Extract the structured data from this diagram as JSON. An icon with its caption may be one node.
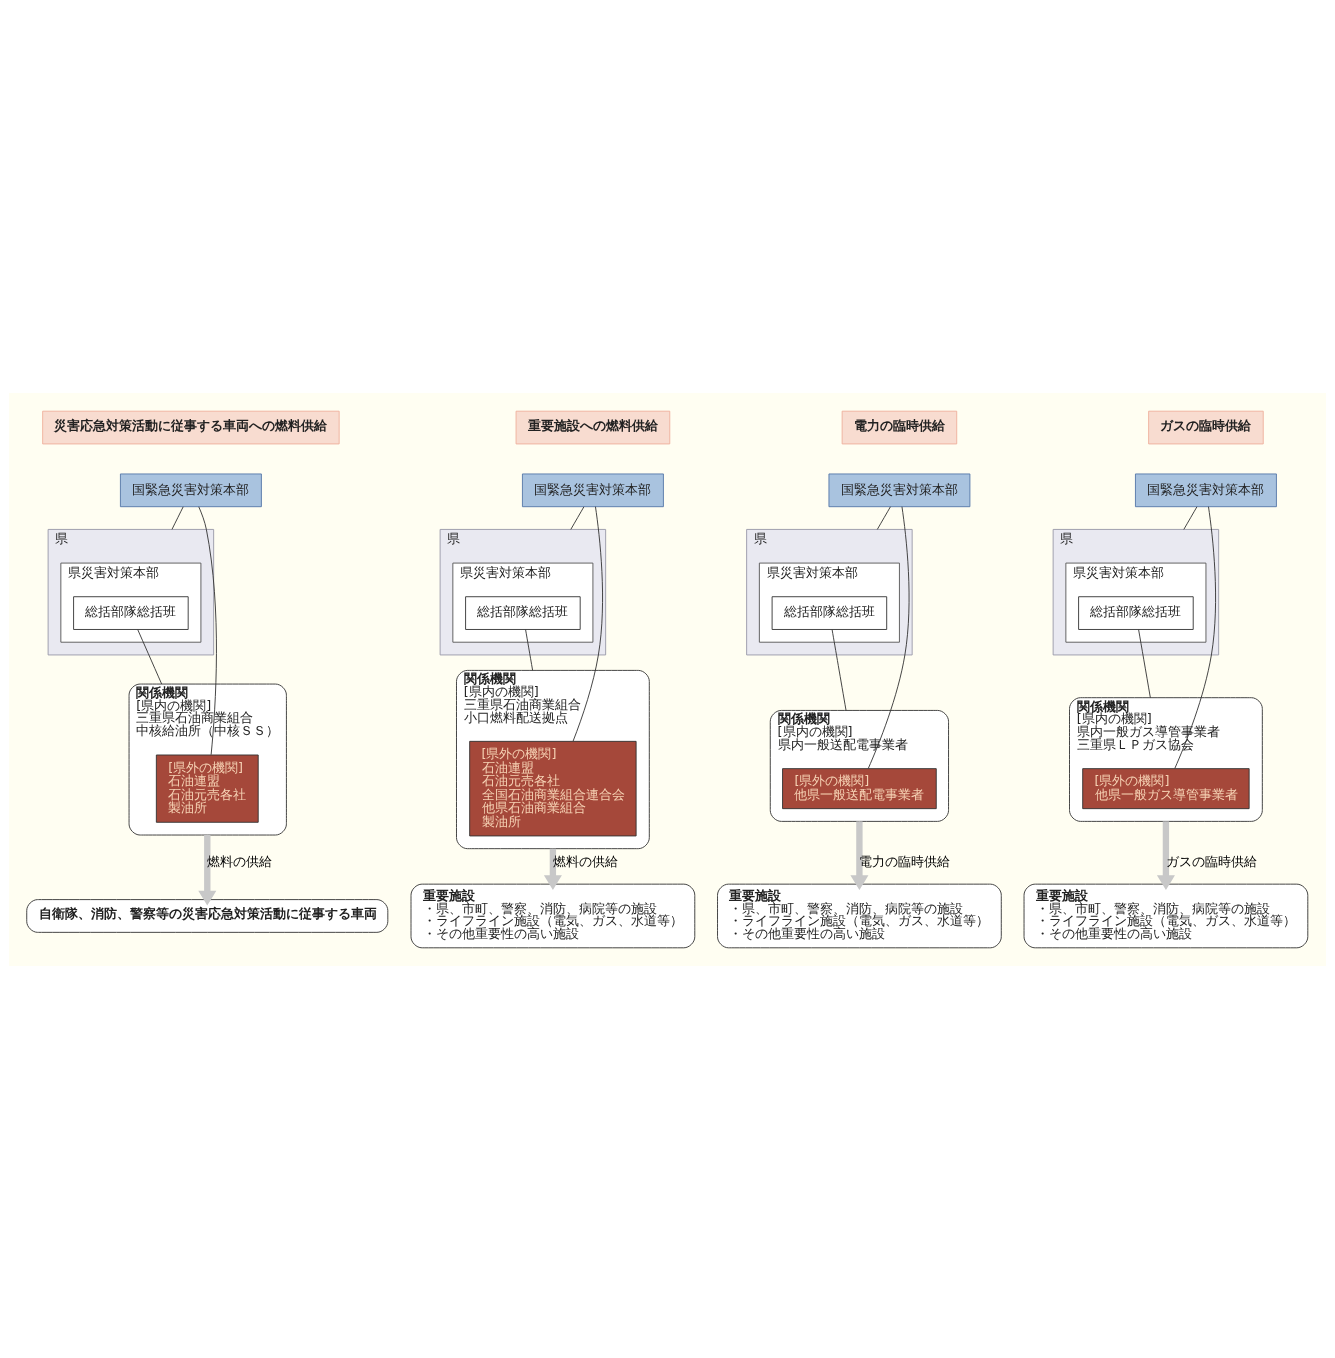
{
  "diagram": {
    "nodes": [
      {
        "text": [
          "災害応急対策活動に従事する車両への燃料供給"
        ]
      },
      {
        "text": [
          "国緊急災害対策本部"
        ]
      },
      {
        "text": [
          "県"
        ]
      },
      {
        "text": [
          "県災害対策本部"
        ],
        "in": 2
      },
      {
        "text": [
          "総括部隊総括班"
        ],
        "in": 3
      },
      {
        "text": [
          "関係機関",
          "[県内の機関]",
          "三重県石油商業組合",
          "中核給油所（中核ＳＳ）"
        ]
      },
      {
        "text": [
          "[県外の機関]",
          "石油連盟",
          "石油元売各社",
          "製油所"
        ],
        "in": 5
      },
      {
        "text": [
          "自衛隊、消防、警察等の災害応急対策活動に従事する車両"
        ]
      },
      {
        "text": [
          "重要施設への燃料供給"
        ]
      },
      {
        "text": [
          "国緊急災害対策本部"
        ]
      },
      {
        "text": [
          "県"
        ]
      },
      {
        "text": [
          "県災害対策本部"
        ],
        "in": 10
      },
      {
        "text": [
          "総括部隊総括班"
        ],
        "in": 11
      },
      {
        "text": [
          "関係機関",
          "[県内の機関]",
          "三重県石油商業組合",
          "小口燃料配送拠点"
        ]
      },
      {
        "text": [
          "[県外の機関]",
          "石油連盟",
          "石油元売各社",
          "全国石油商業組合連合会",
          "他県石油商業組合",
          "製油所"
        ],
        "in": 13
      },
      {
        "text": [
          "重要施設",
          "・県、市町、警察、消防、病院等の施設",
          "・ライフライン施設（電気、ガス、水道等）",
          "・その他重要性の高い施設"
        ]
      },
      {
        "text": [
          "電力の臨時供給"
        ]
      },
      {
        "text": [
          "国緊急災害対策本部"
        ]
      },
      {
        "text": [
          "県"
        ]
      },
      {
        "text": [
          "県災害対策本部"
        ],
        "in": 18
      },
      {
        "text": [
          "総括部隊総括班"
        ],
        "in": 19
      },
      {
        "text": [
          "関係機関",
          "[県内の機関]",
          "県内一般送配電事業者"
        ]
      },
      {
        "text": [
          "[県外の機関]",
          "他県一般送配電事業者"
        ],
        "in": 21
      },
      {
        "text": [
          "重要施設",
          "・県、市町、警察、消防、病院等の施設",
          "・ライフライン施設（電気、ガス、水道等）",
          "・その他重要性の高い施設"
        ]
      },
      {
        "text": [
          "ガスの臨時供給"
        ]
      },
      {
        "text": [
          "国緊急災害対策本部"
        ]
      },
      {
        "text": [
          "県"
        ]
      },
      {
        "text": [
          "県災害対策本部"
        ],
        "in": 26
      },
      {
        "text": [
          "総括部隊総括班"
        ],
        "in": 27
      },
      {
        "text": [
          "関係機関",
          "[県内の機関]",
          "県内一般ガス導管事業者",
          "三重県ＬＰガス協会"
        ]
      },
      {
        "text": [
          "[県外の機関]",
          "他県一般ガス導管事業者"
        ],
        "in": 29
      },
      {
        "text": [
          "重要施設",
          "・県、市町、警察、消防、病院等の施設",
          "・ライフライン施設（電気、ガス、水道等）",
          "・その他重要性の高い施設"
        ]
      }
    ],
    "edges": [
      {
        "from": 1,
        "to": 2,
        "arrow": "none"
      },
      {
        "from": 1,
        "to": 6,
        "arrow": "none"
      },
      {
        "from": 4,
        "to": 5,
        "arrow": "none"
      },
      {
        "from": 5,
        "to": 7,
        "arrow": "to",
        "label": "燃料の供給",
        "style": "thick",
        "color": "#c8c8c8"
      },
      {
        "from": 9,
        "to": 10,
        "arrow": "none"
      },
      {
        "from": 9,
        "to": 14,
        "arrow": "none"
      },
      {
        "from": 12,
        "to": 13,
        "arrow": "none"
      },
      {
        "from": 13,
        "to": 15,
        "arrow": "to",
        "label": "燃料の供給",
        "style": "thick",
        "color": "#c8c8c8"
      },
      {
        "from": 17,
        "to": 18,
        "arrow": "none"
      },
      {
        "from": 17,
        "to": 22,
        "arrow": "none"
      },
      {
        "from": 20,
        "to": 21,
        "arrow": "none"
      },
      {
        "from": 21,
        "to": 23,
        "arrow": "to",
        "label": "電力の臨時供給",
        "style": "thick",
        "color": "#c8c8c8"
      },
      {
        "from": 25,
        "to": 26,
        "arrow": "none"
      },
      {
        "from": 25,
        "to": 30,
        "arrow": "none"
      },
      {
        "from": 28,
        "to": 29,
        "arrow": "none"
      },
      {
        "from": 29,
        "to": 31,
        "arrow": "to",
        "label": "ガスの臨時供給",
        "style": "thick",
        "color": "#c8c8c8"
      }
    ]
  }
}
